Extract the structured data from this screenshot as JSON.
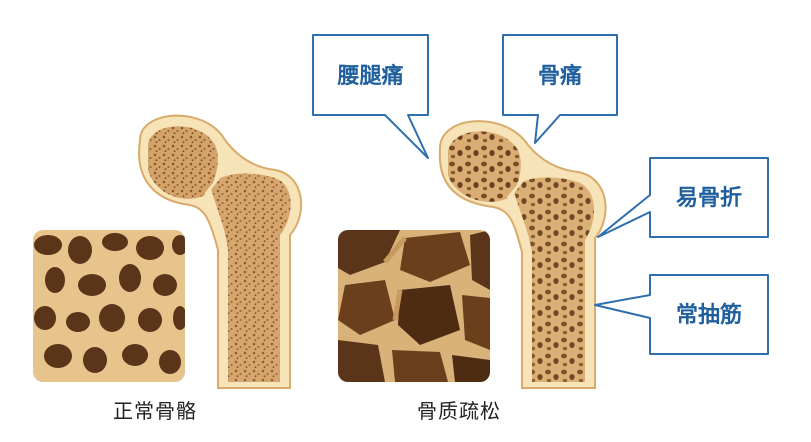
{
  "captions": {
    "normal": "正常骨骼",
    "osteoporosis": "骨质疏松"
  },
  "callouts": [
    {
      "id": "back-leg-pain",
      "text": "腰腿痛"
    },
    {
      "id": "bone-pain",
      "text": "骨痛"
    },
    {
      "id": "easy-fracture",
      "text": "易骨折"
    },
    {
      "id": "cramps",
      "text": "常抽筋"
    }
  ],
  "colors": {
    "bone_base": "#e8c48d",
    "bone_light": "#f6e3b8",
    "bone_outline": "#d9ab6a",
    "pore_dark": "#5a3519",
    "pore_mid": "#8a5a2b",
    "callout_border": "#2f6fae",
    "callout_text": "#1f5f9e"
  }
}
